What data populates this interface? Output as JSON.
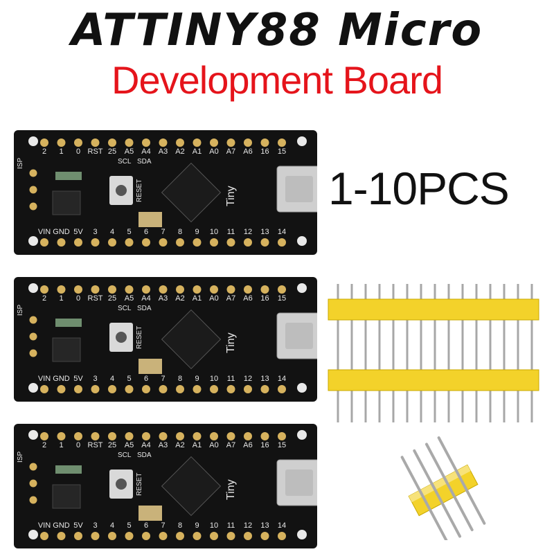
{
  "title": "ATTINY88  Micro",
  "subtitle": "Development Board",
  "quantity": "1-10PCS",
  "board": {
    "top_pins": [
      "2",
      "1",
      "0",
      "RST",
      "25",
      "A5",
      "A4",
      "A3",
      "A2",
      "A1",
      "A0",
      "A7",
      "A6",
      "16",
      "15"
    ],
    "bottom_pins": [
      "VIN",
      "GND",
      "5V",
      "3",
      "4",
      "5",
      "6",
      "7",
      "8",
      "9",
      "10",
      "11",
      "12",
      "13",
      "14"
    ],
    "side_label": "ISP",
    "i2c_labels": [
      "SCL",
      "SDA"
    ],
    "reset_label": "RESET",
    "name_label": "Tiny"
  },
  "colors": {
    "title": "#111111",
    "subtitle": "#e5141b",
    "pcb": "#111111",
    "pad": "#d6b25e",
    "header_plastic": "#f3d22a"
  }
}
